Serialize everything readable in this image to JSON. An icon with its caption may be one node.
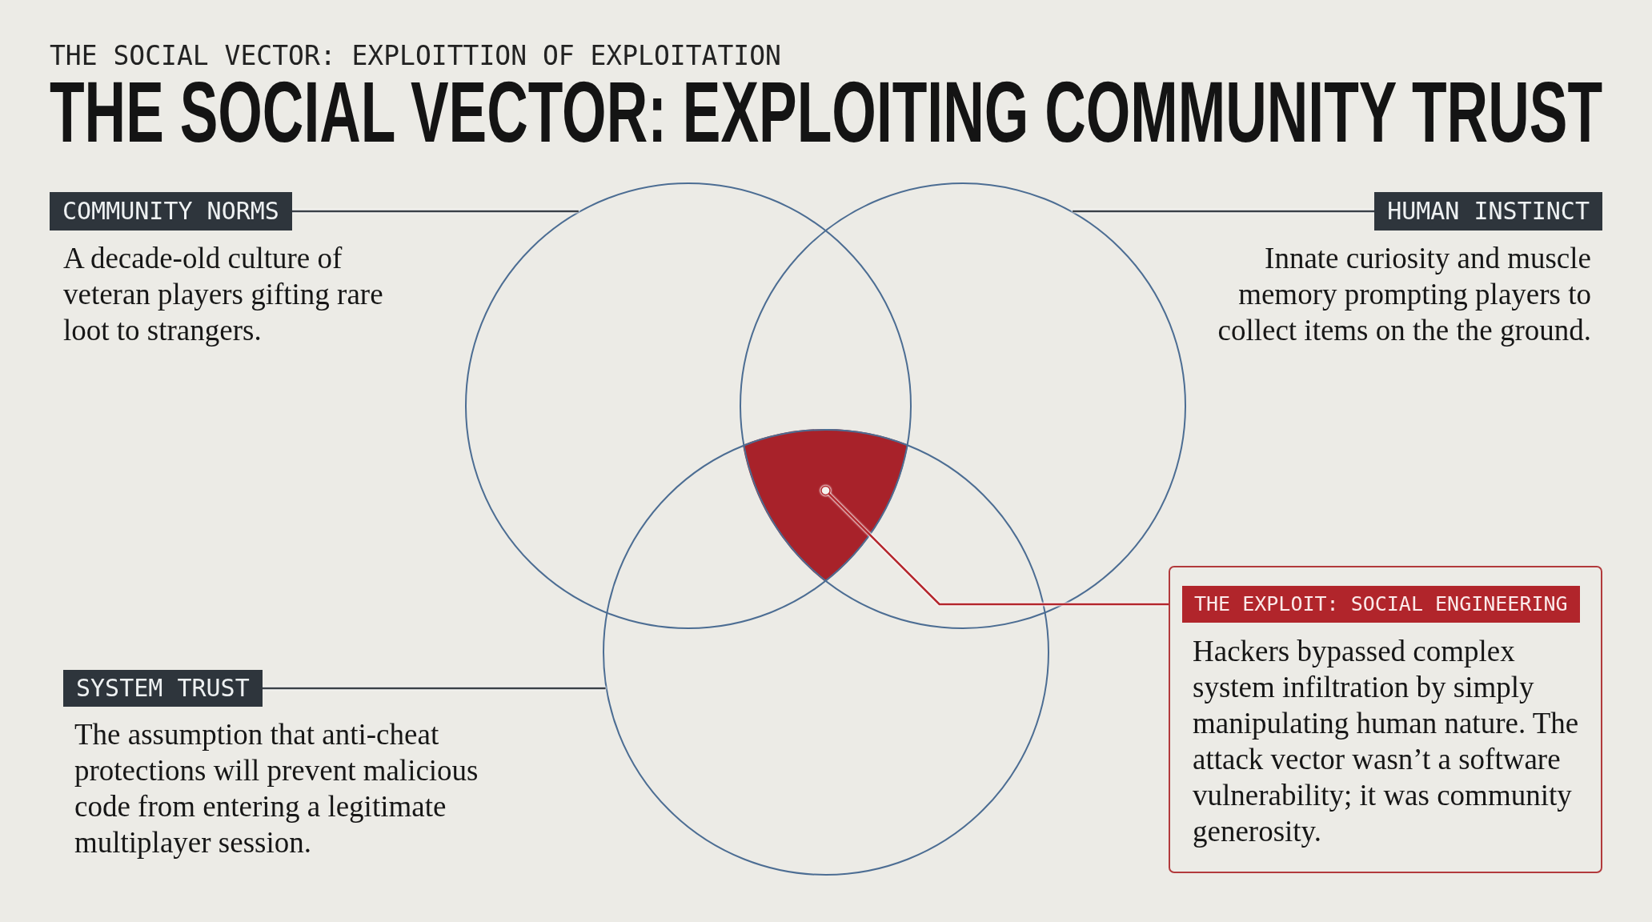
{
  "diagram": {
    "title": "THE SOCIAL VECTOR: EXPLOITING COMMUNITY TRUST",
    "nodes": [
      {
        "text": [
          "COMMUNITY NORMS"
        ],
        "beside": [
          "A decade-old culture of veteran players gifting rare loot to strangers."
        ]
      },
      {
        "text": [],
        "shape": "circle"
      },
      {
        "text": [],
        "shape": "circle"
      },
      {
        "text": [
          "HUMAN INSTINCT"
        ],
        "beside": [
          "Innate curiosity and muscle memory prompting players to collect items on the the ground."
        ]
      },
      {
        "text": [],
        "shape": "triangle"
      },
      {
        "text": [],
        "shape": "circle"
      },
      {
        "text": [
          "THE EXPLOIT: SOCIAL ENGINEERING",
          "Hackers bypassed complex system infiltration by simply manipulating human nature. The attack vector wasn’t a software vulnerability; it was community generosity."
        ]
      },
      {
        "text": [
          "SYSTEM TRUST"
        ],
        "beside": [
          "The assumption that anti-cheat protections will prevent malicious code from entering a legitimate multiplayer session."
        ]
      }
    ],
    "edges": [
      {
        "from": 0,
        "to": 1,
        "arrow": "none"
      },
      {
        "from": 3,
        "to": 2,
        "arrow": "none"
      },
      {
        "from": 7,
        "to": 5,
        "arrow": "none"
      },
      {
        "from": 4,
        "to": 6,
        "arrow": "other",
        "color": "#b3262c"
      }
    ],
    "labels": [
      "THE SOCIAL VECTOR: EXPLOITTION OF EXPLOITATION"
    ]
  }
}
